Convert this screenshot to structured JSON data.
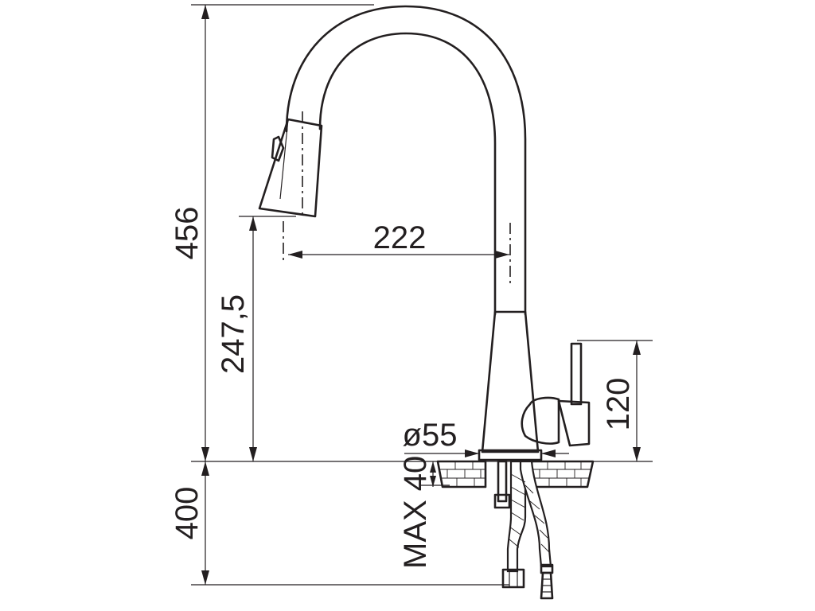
{
  "dimensions": {
    "total_height": "456",
    "spout_height": "247,5",
    "spout_reach": "222",
    "handle_height": "120",
    "base_diameter": "ø55",
    "hose_length": "400",
    "max_counter_thickness": "MAX 40"
  },
  "colors": {
    "line": "#231f20",
    "background": "#ffffff"
  }
}
